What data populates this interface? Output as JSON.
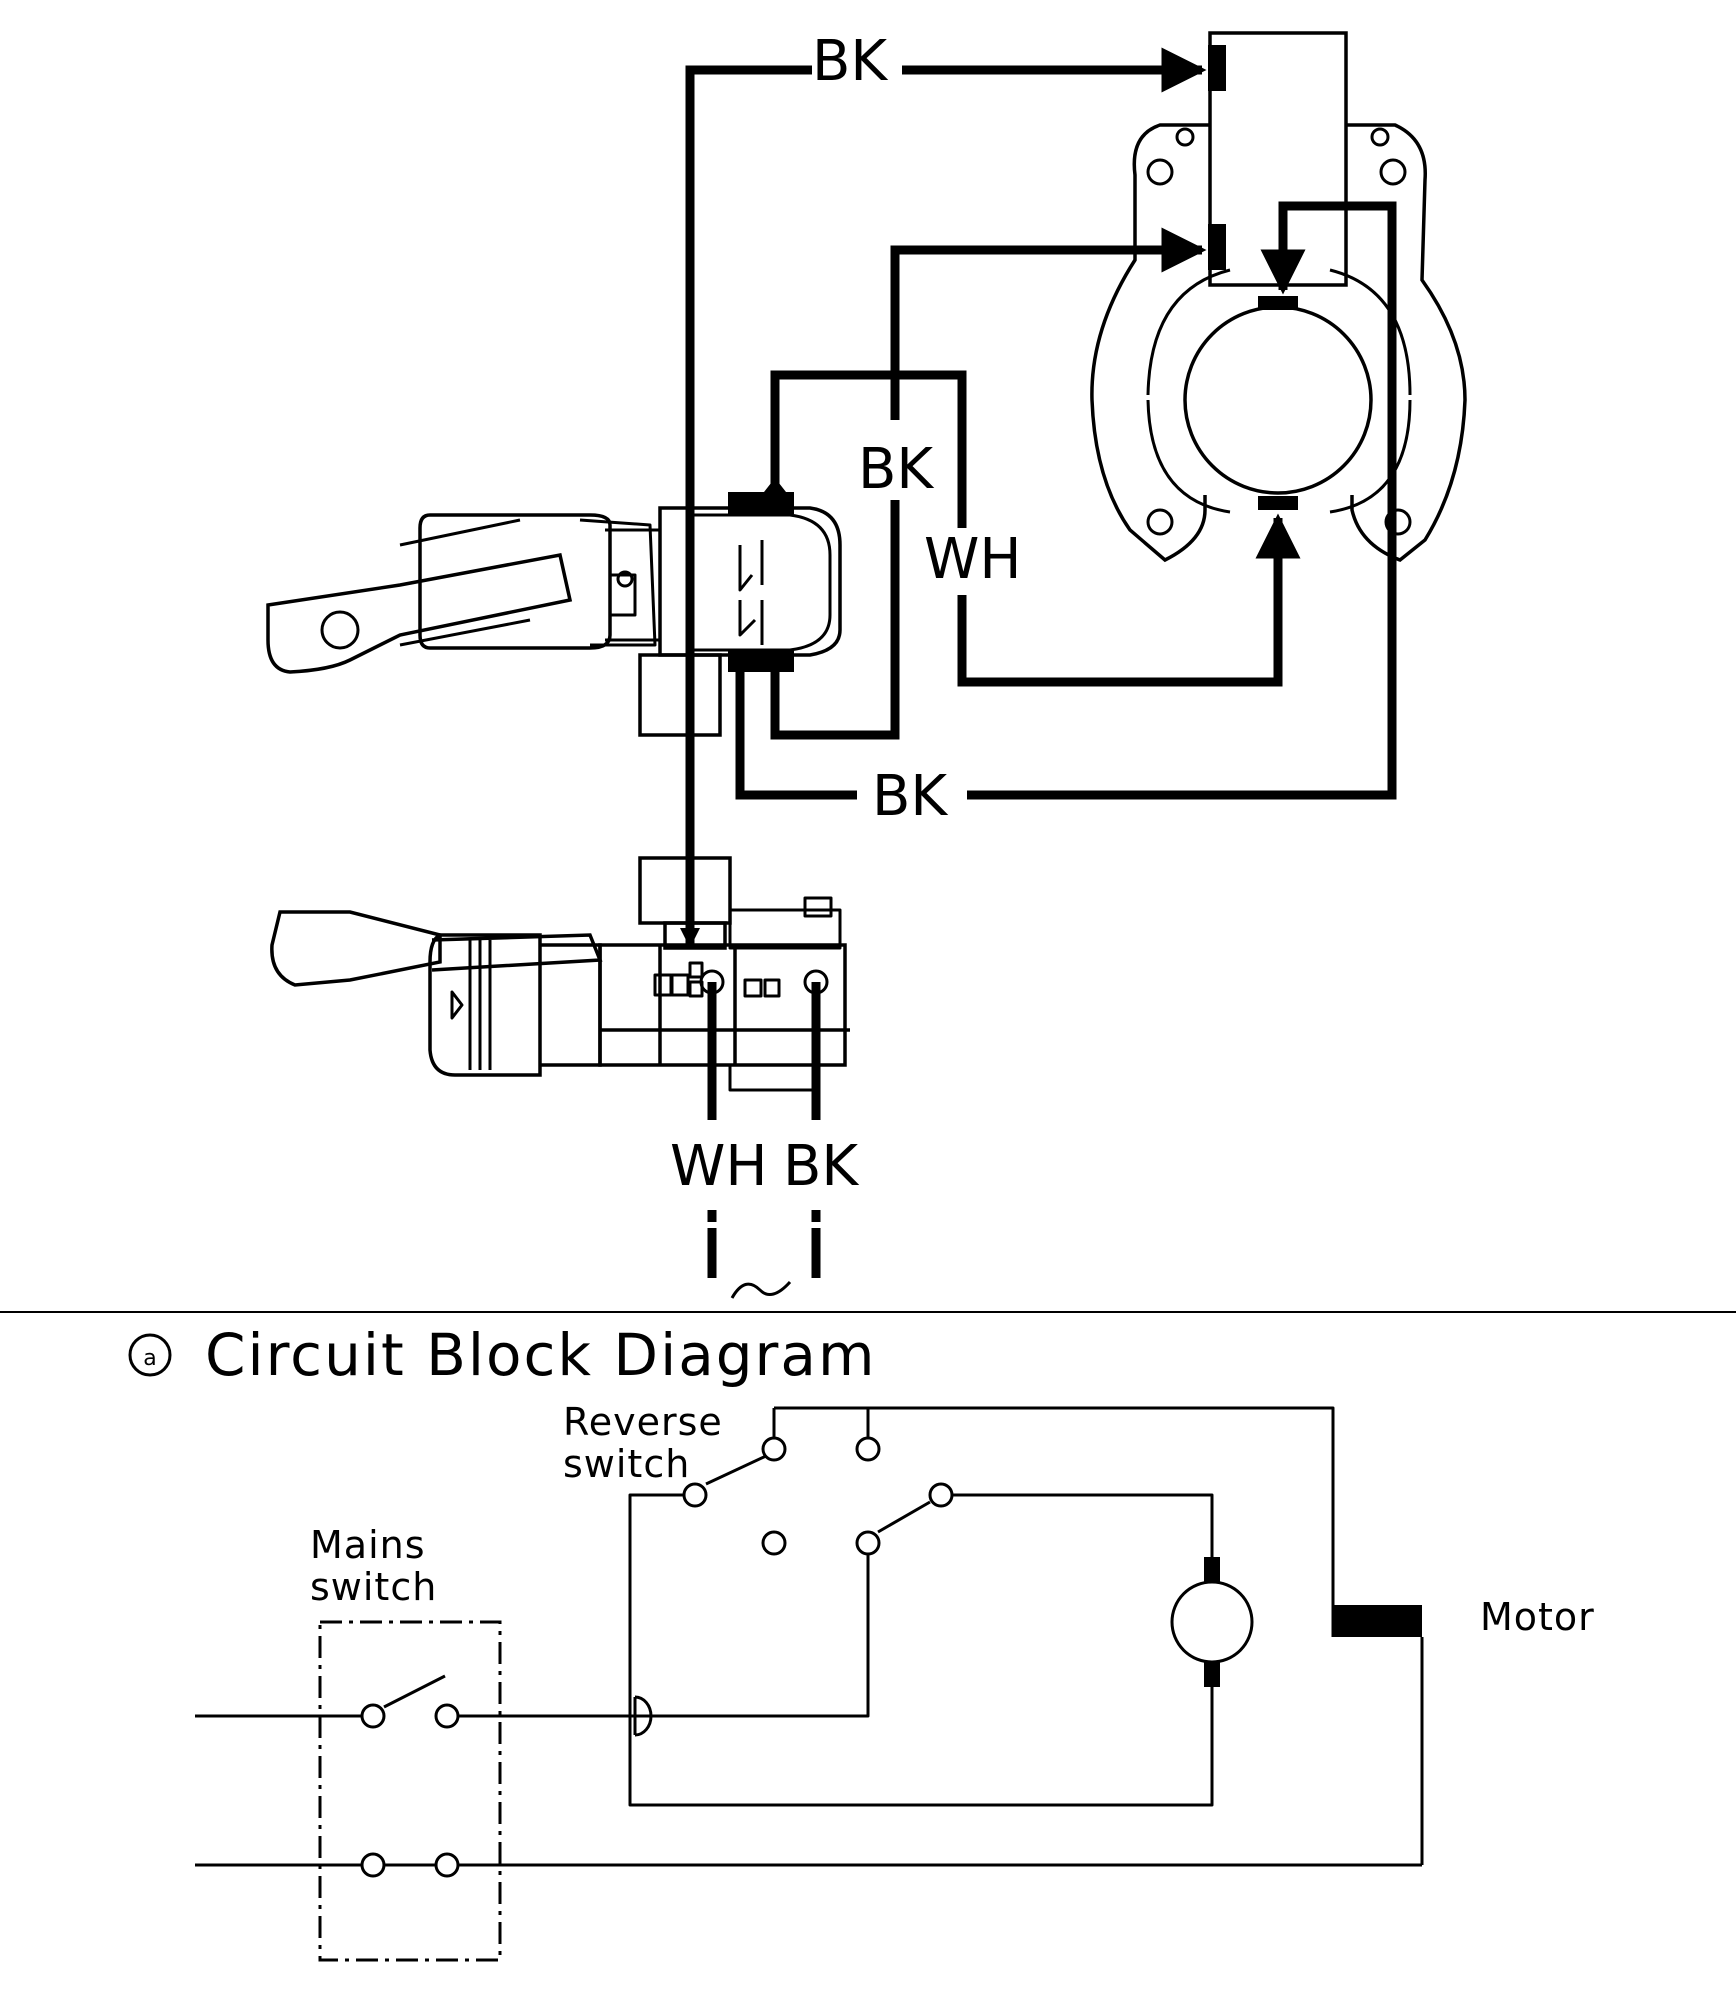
{
  "wiring": {
    "labels": {
      "bk_top": "BK",
      "bk_mid": "BK",
      "wh_mid": "WH",
      "bk_bottom": "BK",
      "wh_cord": "WH",
      "bk_cord": "BK"
    }
  },
  "block_diagram": {
    "marker": "a",
    "title": "Circuit Block Diagram",
    "reverse_switch_label": [
      "Reverse",
      "switch"
    ],
    "mains_switch_label": [
      "Mains",
      "switch"
    ],
    "motor_label": "Motor"
  }
}
